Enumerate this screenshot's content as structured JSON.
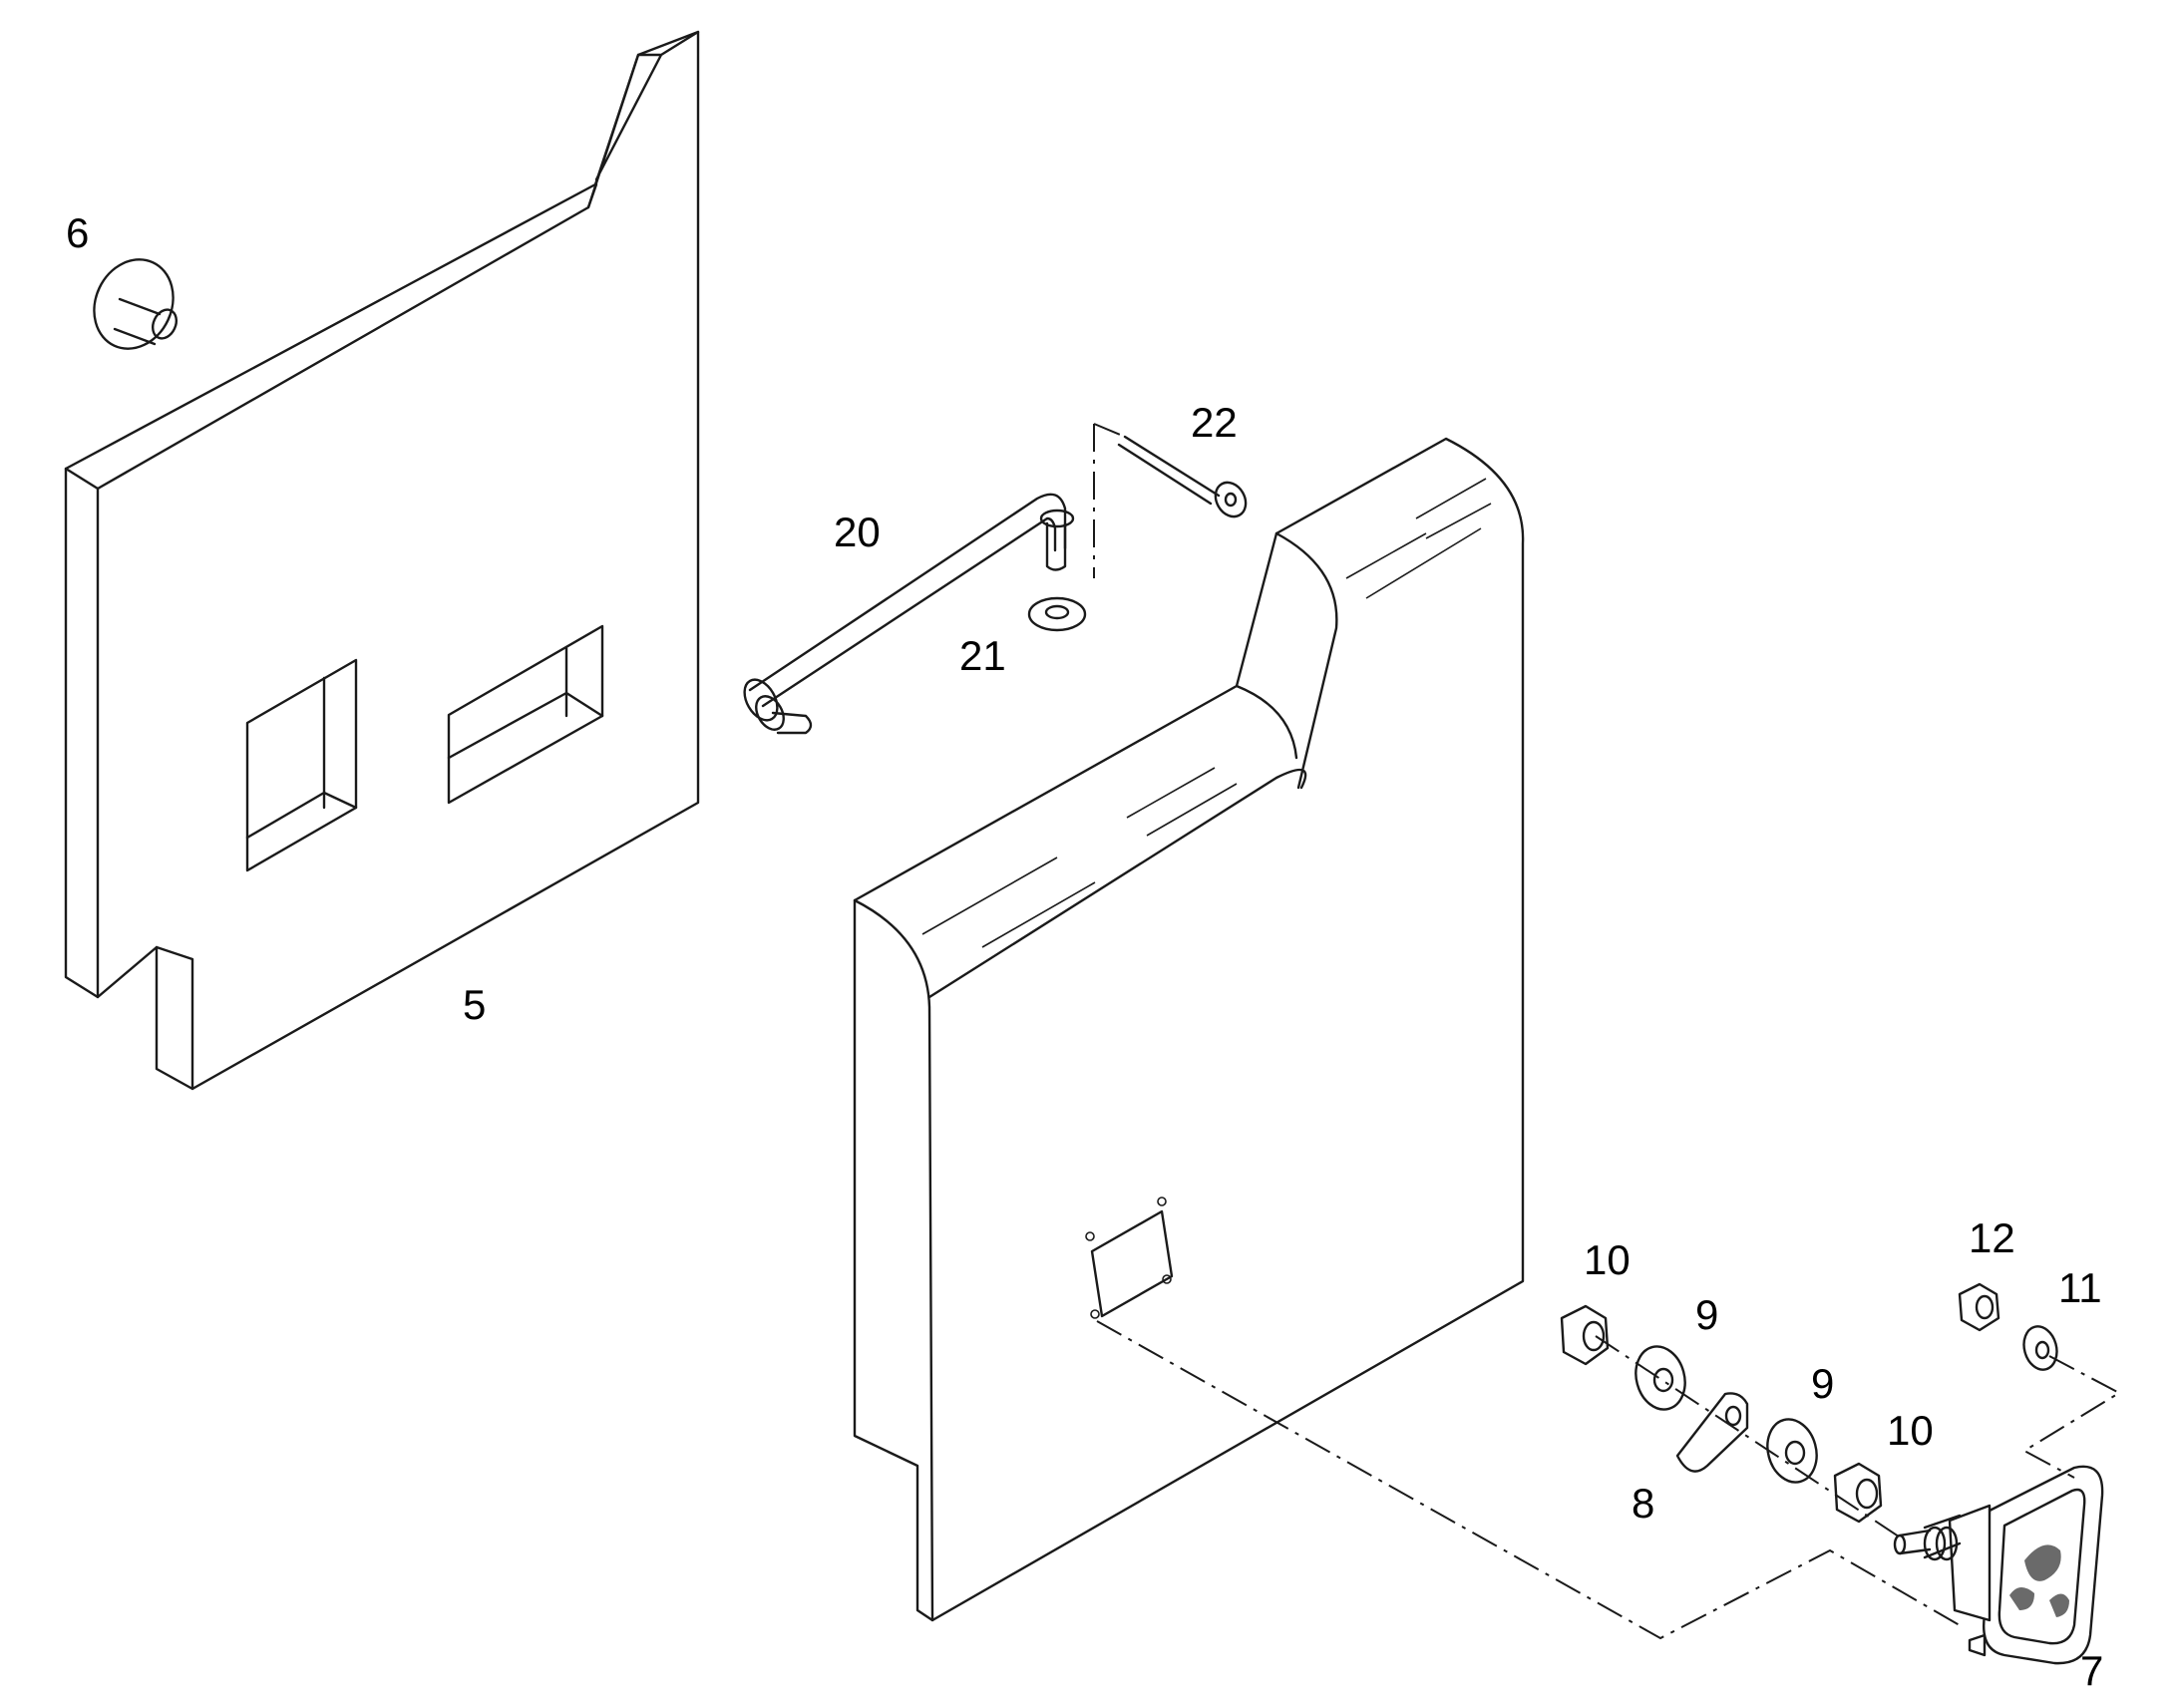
{
  "labels": {
    "p5": "5",
    "p6": "6",
    "p7": "7",
    "p8": "8",
    "p9a": "9",
    "p9b": "9",
    "p10a": "10",
    "p10b": "10",
    "p11": "11",
    "p12": "12",
    "p20": "20",
    "p21": "21",
    "p22": "22"
  },
  "colors": {
    "line": "#1a1a1a",
    "background": "#ffffff"
  }
}
